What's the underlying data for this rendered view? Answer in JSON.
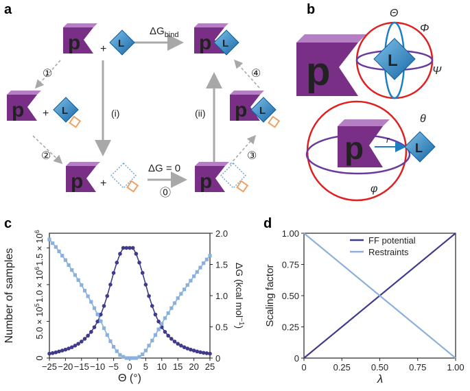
{
  "panels": {
    "a": {
      "label": "a",
      "delta_g_bind": "ΔG",
      "delta_g_bind_sub": "bind",
      "delta_g_zero": "ΔG = 0",
      "step_labels": [
        "①",
        "②",
        "③",
        "④",
        "⓪"
      ],
      "path_labels": [
        "(i)",
        "(ii)"
      ],
      "plus": "+",
      "protein_letter": "p",
      "ligand_letter": "L"
    },
    "b": {
      "label": "b",
      "protein_letter": "p",
      "ligand_letter": "L",
      "angle_labels": [
        "Θ",
        "Φ",
        "Ψ",
        "θ",
        "φ"
      ],
      "distance_label": "r"
    },
    "c": {
      "label": "c"
    },
    "d": {
      "label": "d"
    }
  },
  "chart_data": [
    {
      "type": "line",
      "panel": "c",
      "x": [
        -25,
        -24,
        -23,
        -22,
        -21,
        -20,
        -19,
        -18,
        -17,
        -16,
        -15,
        -14,
        -13,
        -12,
        -11,
        -10,
        -9,
        -8,
        -7,
        -6,
        -5,
        -4,
        -3,
        -2,
        -1,
        0,
        1,
        2,
        3,
        4,
        5,
        6,
        7,
        8,
        9,
        10,
        11,
        12,
        13,
        14,
        15,
        16,
        17,
        18,
        19,
        20,
        21,
        22,
        23,
        24,
        25
      ],
      "xlabel": "Θ (°)",
      "xlim": [
        -25,
        25
      ],
      "xticks": [
        -25,
        -20,
        -15,
        -10,
        -5,
        0,
        5,
        10,
        15,
        20,
        25
      ],
      "xtick_labels": [
        "−25",
        "−20",
        "−15",
        "−10",
        "−5",
        "0",
        "5",
        "10",
        "15",
        "20",
        "25"
      ],
      "series": [
        {
          "axis": "left",
          "marker": "circle",
          "color": "#3f3a8c",
          "values": [
            60000,
            68000,
            78000,
            90000,
            102000,
            115000,
            130000,
            148000,
            170000,
            195000,
            225000,
            262000,
            305000,
            357000,
            420000,
            498000,
            593000,
            710000,
            845000,
            1000000,
            1160000,
            1300000,
            1420000,
            1500000,
            1500000,
            1500000,
            1500000,
            1420000,
            1300000,
            1160000,
            1000000,
            845000,
            710000,
            593000,
            498000,
            420000,
            357000,
            305000,
            262000,
            225000,
            195000,
            170000,
            148000,
            130000,
            115000,
            102000,
            90000,
            80000,
            72000,
            66000,
            60000
          ]
        },
        {
          "axis": "right",
          "marker": "square",
          "color": "#8bb0dc",
          "values": [
            1.9,
            1.84,
            1.78,
            1.71,
            1.64,
            1.57,
            1.49,
            1.41,
            1.33,
            1.25,
            1.17,
            1.08,
            0.99,
            0.9,
            0.8,
            0.7,
            0.59,
            0.48,
            0.37,
            0.27,
            0.18,
            0.11,
            0.05,
            0.02,
            0.0,
            0.0,
            0.0,
            0.0,
            0.02,
            0.06,
            0.12,
            0.2,
            0.28,
            0.37,
            0.46,
            0.55,
            0.64,
            0.72,
            0.8,
            0.88,
            0.96,
            1.03,
            1.1,
            1.17,
            1.24,
            1.31,
            1.38,
            1.45,
            1.52,
            1.58,
            1.64
          ]
        }
      ],
      "left_axis": {
        "label": "Number of samples",
        "ylim": [
          0,
          1700000
        ],
        "ticks": [
          0,
          500000,
          1000000,
          1500000
        ],
        "tick_labels": [
          "0",
          "5.0 × 10",
          "1.0 × 10",
          "1.5 × 10"
        ],
        "tick_exponents": [
          "",
          "5",
          "6",
          "6"
        ],
        "color": "#4a3d8f"
      },
      "right_axis": {
        "label": "ΔG (kcal mol",
        "label_sup": "−1",
        "label_end": ")",
        "ylim": [
          0,
          2.0
        ],
        "ticks": [
          0,
          0.5,
          1.0,
          1.5,
          2.0
        ],
        "tick_labels": [
          "0",
          "0.5",
          "1.0",
          "1.5",
          "2.0"
        ],
        "color": "#8bb0dc"
      }
    },
    {
      "type": "line",
      "panel": "d",
      "x": [
        0,
        1
      ],
      "xlabel": "λ",
      "ylabel": "Scaling factor",
      "xlim": [
        0,
        1
      ],
      "ylim": [
        0,
        1
      ],
      "xticks": [
        0,
        0.25,
        0.5,
        0.75,
        1.0
      ],
      "xtick_labels": [
        "0",
        "0.25",
        "0.50",
        "0.75",
        "1.00"
      ],
      "yticks": [
        0,
        0.25,
        0.5,
        0.75,
        1.0
      ],
      "ytick_labels": [
        "0",
        "0.25",
        "0.50",
        "0.75",
        "1.00"
      ],
      "legend_placement": "top-center",
      "series": [
        {
          "name": "FF potential",
          "values": [
            0,
            1
          ],
          "color": "#3f3a8c"
        },
        {
          "name": "Restraints",
          "values": [
            1,
            0
          ],
          "color": "#8bb0dc"
        }
      ]
    }
  ]
}
